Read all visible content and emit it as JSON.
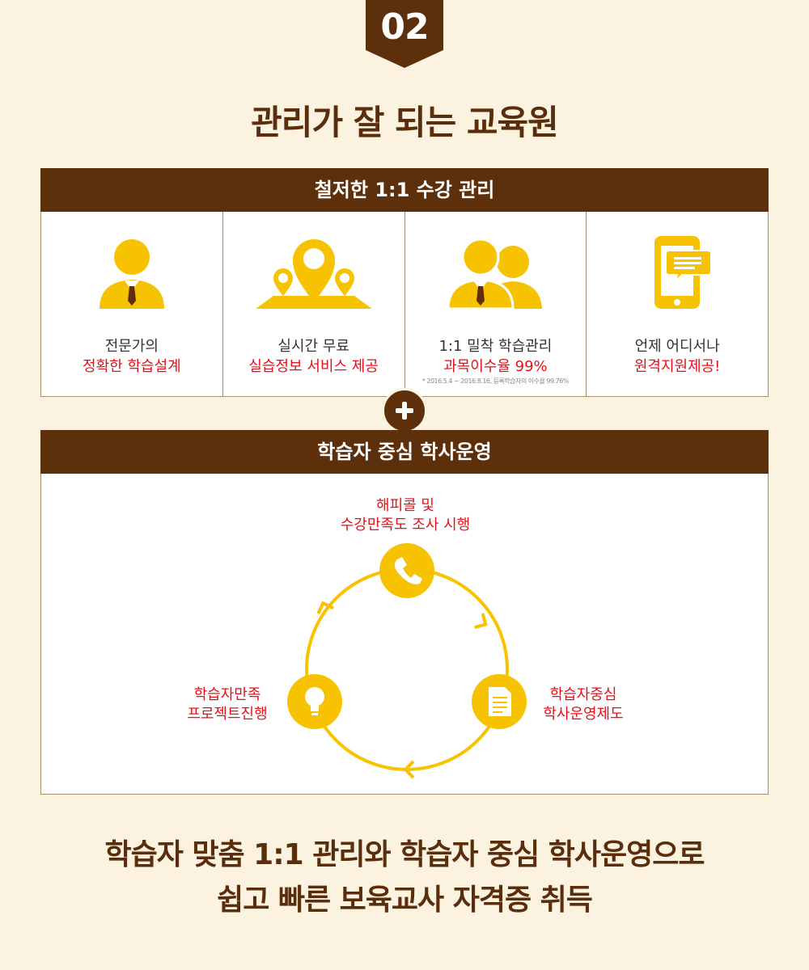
{
  "badge": {
    "number": "02"
  },
  "title": "관리가 잘 되는 교육원",
  "panel1": {
    "header": "철저한 1:1 수강 관리",
    "items": [
      {
        "icon": "teacher-icon",
        "line1": "전문가의",
        "line2": "정확한 학습설계",
        "note": ""
      },
      {
        "icon": "map-pin-icon",
        "line1": "실시간 무료",
        "line2": "실습정보 서비스 제공",
        "note": ""
      },
      {
        "icon": "people-icon",
        "line1": "1:1 밀착 학습관리",
        "line2": "과목이수율 99%",
        "note": "* 2016.5.4 ~ 2016.8.16, 등록학습자의 이수율 99.76%"
      },
      {
        "icon": "mobile-chat-icon",
        "line1": "언제 어디서나",
        "line2": "원격지원제공!",
        "note": ""
      }
    ]
  },
  "panel2": {
    "header": "학습자 중심 학사운영",
    "top_label": [
      "해피콜 및",
      "수강만족도 조사 시행"
    ],
    "left_label": [
      "학습자만족",
      "프로젝트진행"
    ],
    "right_label": [
      "학습자중심",
      "학사운영제도"
    ]
  },
  "footer": {
    "line1": "학습자 맞춤 1:1 관리와 학습자 중심 학사운영으로",
    "line2": "쉽고 빠른 보육교사 자격증 취득"
  },
  "colors": {
    "brown": "#5d2f0b",
    "yellow": "#f7c300",
    "red": "#e5101b",
    "bg": "#fbf3e0"
  }
}
